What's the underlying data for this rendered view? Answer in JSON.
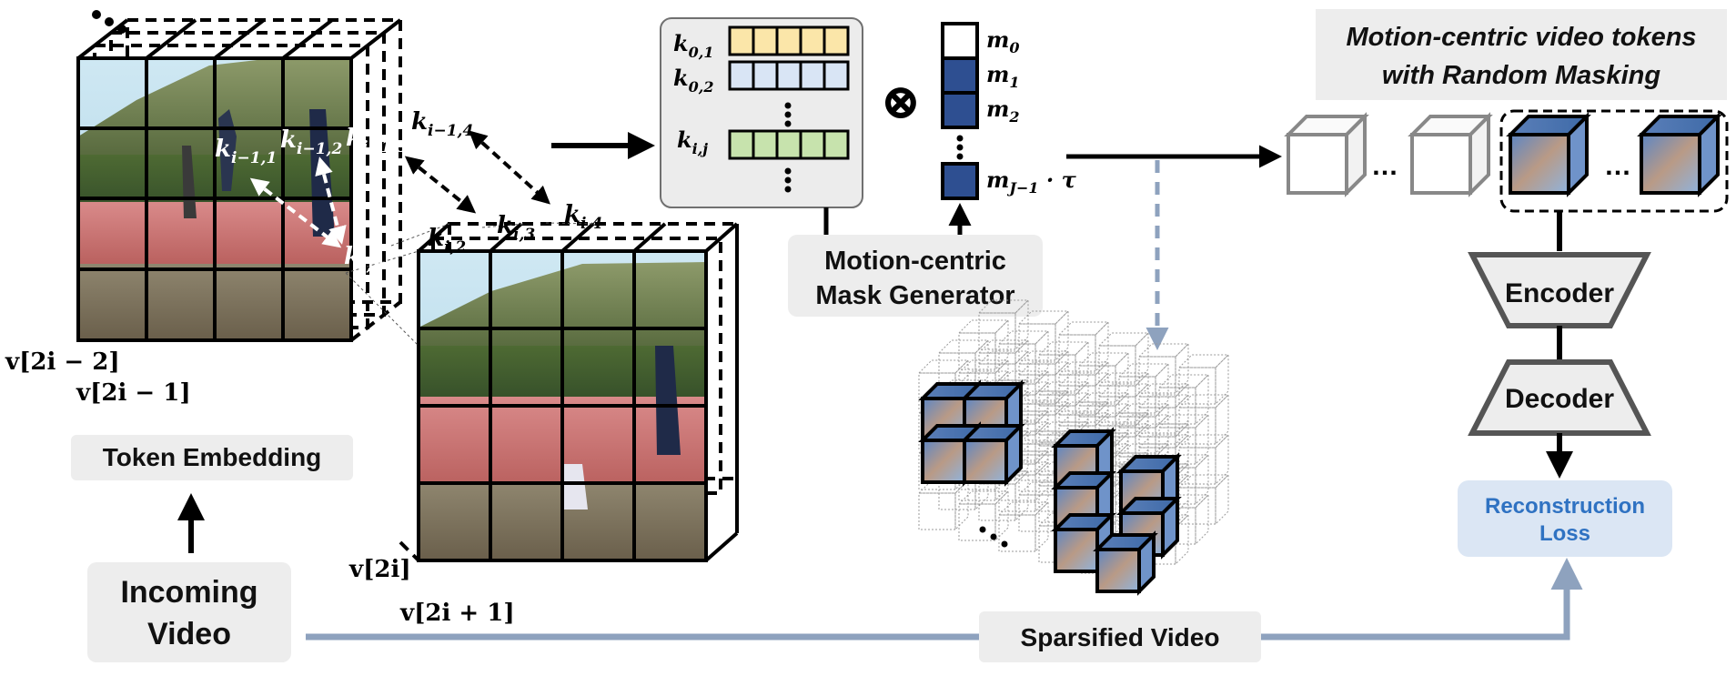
{
  "labels": {
    "token_embedding": "Token Embedding",
    "incoming_video_line1": "Incoming",
    "incoming_video_line2": "Video",
    "mask_gen_line1": "Motion-centric",
    "mask_gen_line2": "Mask Generator",
    "sparsified_video": "Sparsified Video",
    "header_line1": "Motion-centric video tokens",
    "header_line2": "with Random Masking",
    "encoder": "Encoder",
    "decoder": "Decoder",
    "recon_line1": "Reconstruction",
    "recon_line2": "Loss"
  },
  "frame_labels": {
    "f1": "v[2i − 2]",
    "f2": "v[2i − 1]",
    "f3": "v[2i]",
    "f4": "v[2i + 1]"
  },
  "token_labels": {
    "a1": "k",
    "a1s": "i−1,1",
    "a2": "k",
    "a2s": "i−1,2",
    "a3": "k",
    "a3s": "i−1,3",
    "a4": "k",
    "a4s": "i−1,4",
    "b1": "k",
    "b1s": "i,1",
    "b2": "k",
    "b2s": "i,2",
    "b3": "k",
    "b3s": "i,3",
    "b4": "k",
    "b4s": "i,4"
  },
  "key_labels": {
    "k01": "k",
    "k01s": "0,1",
    "k02": "k",
    "k02s": "0,2",
    "kij": "k",
    "kijs": "i,j"
  },
  "mask_labels": {
    "m0": "m",
    "m0s": "0",
    "m1": "m",
    "m1s": "1",
    "m2": "m",
    "m2s": "2",
    "mj": "m",
    "mjs": "J−1",
    "mj_suffix": " · τ"
  },
  "symbols": {
    "otimes": "⊗",
    "ellipsis": "…"
  },
  "colors": {
    "key_yellow": "#fbe6a9",
    "key_blue": "#d9e5f5",
    "key_green": "#c7e3ad",
    "mask_blue": "#2e4f91",
    "flow_blue": "#8ea2be",
    "recon_fill": "#dbe6f4",
    "recon_text": "#2f72c2",
    "box_grey": "#ededed"
  }
}
